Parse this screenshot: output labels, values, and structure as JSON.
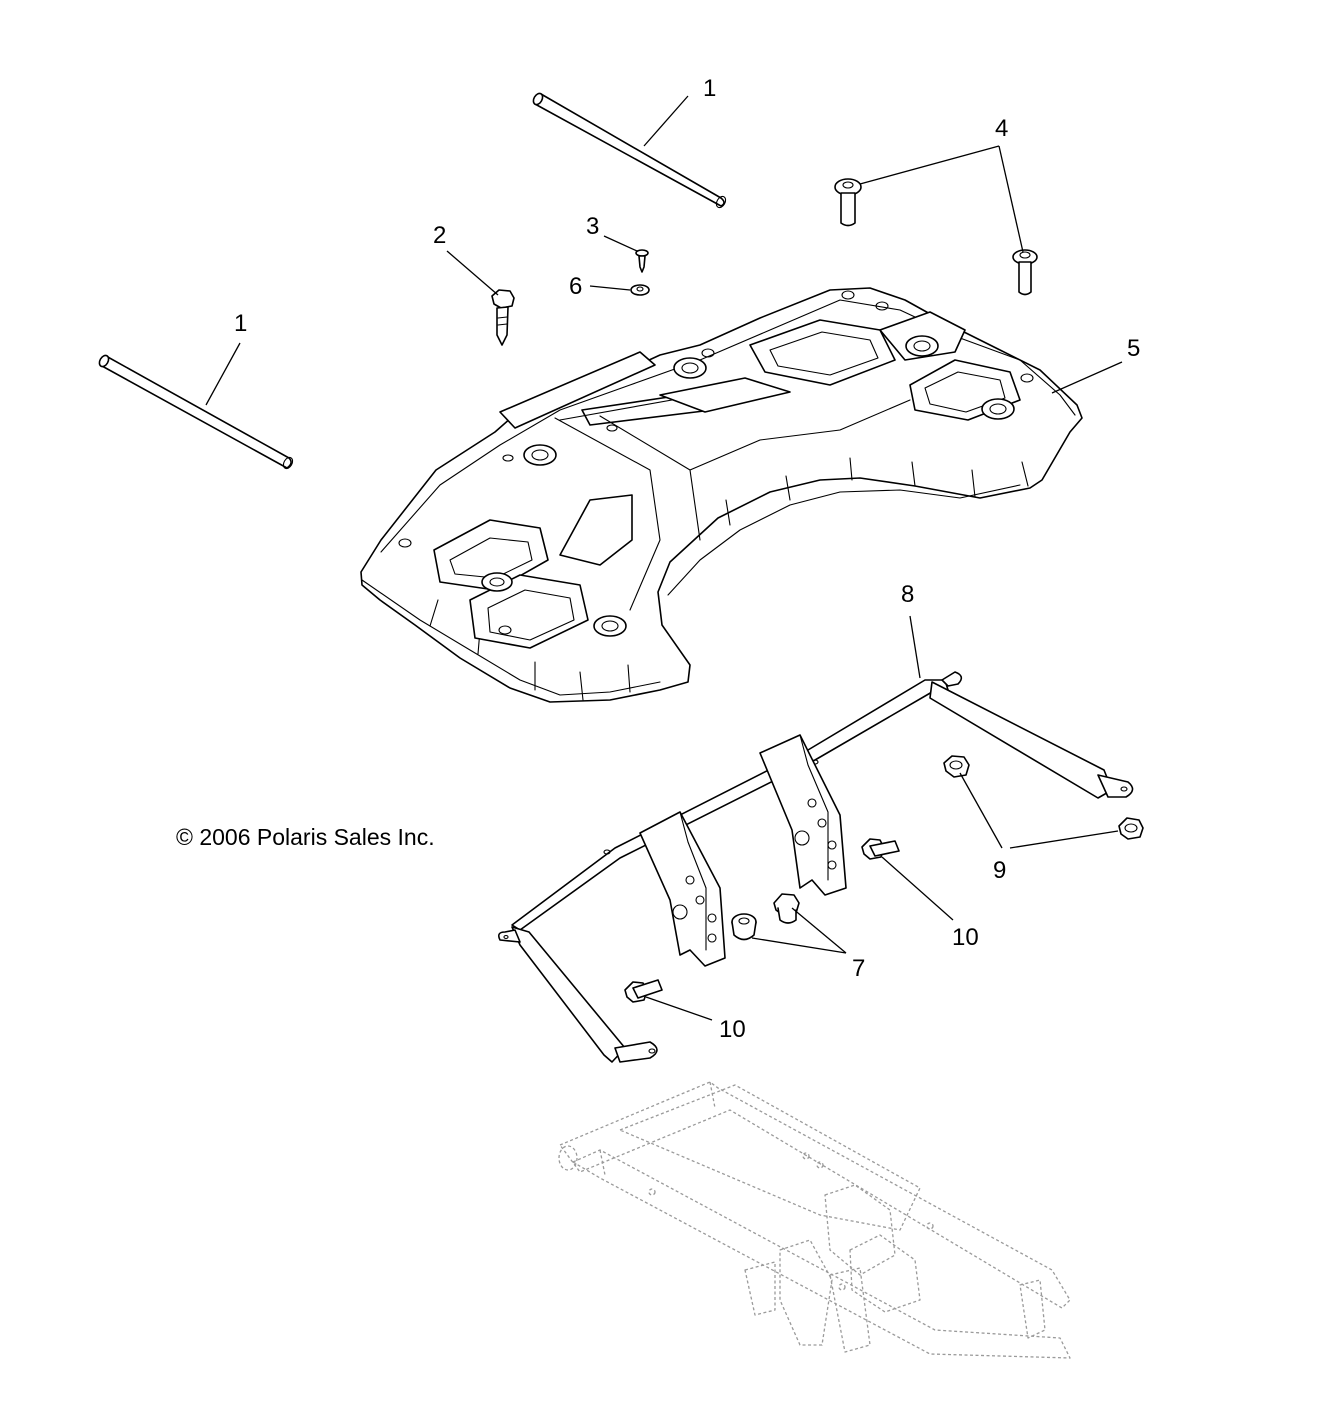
{
  "copyright": "© 2006 Polaris Sales Inc.",
  "callouts": {
    "rod_top": "1",
    "rod_left": "1",
    "bolt_hex": "2",
    "screw_small": "3",
    "bolt_flange": "4",
    "rack_body": "5",
    "washer": "6",
    "bushing": "7",
    "rack_frame": "8",
    "nut": "9",
    "bolt_right": "10",
    "bolt_left": "10"
  },
  "icons": {
    "copyright_symbol": "circle-c-icon"
  }
}
